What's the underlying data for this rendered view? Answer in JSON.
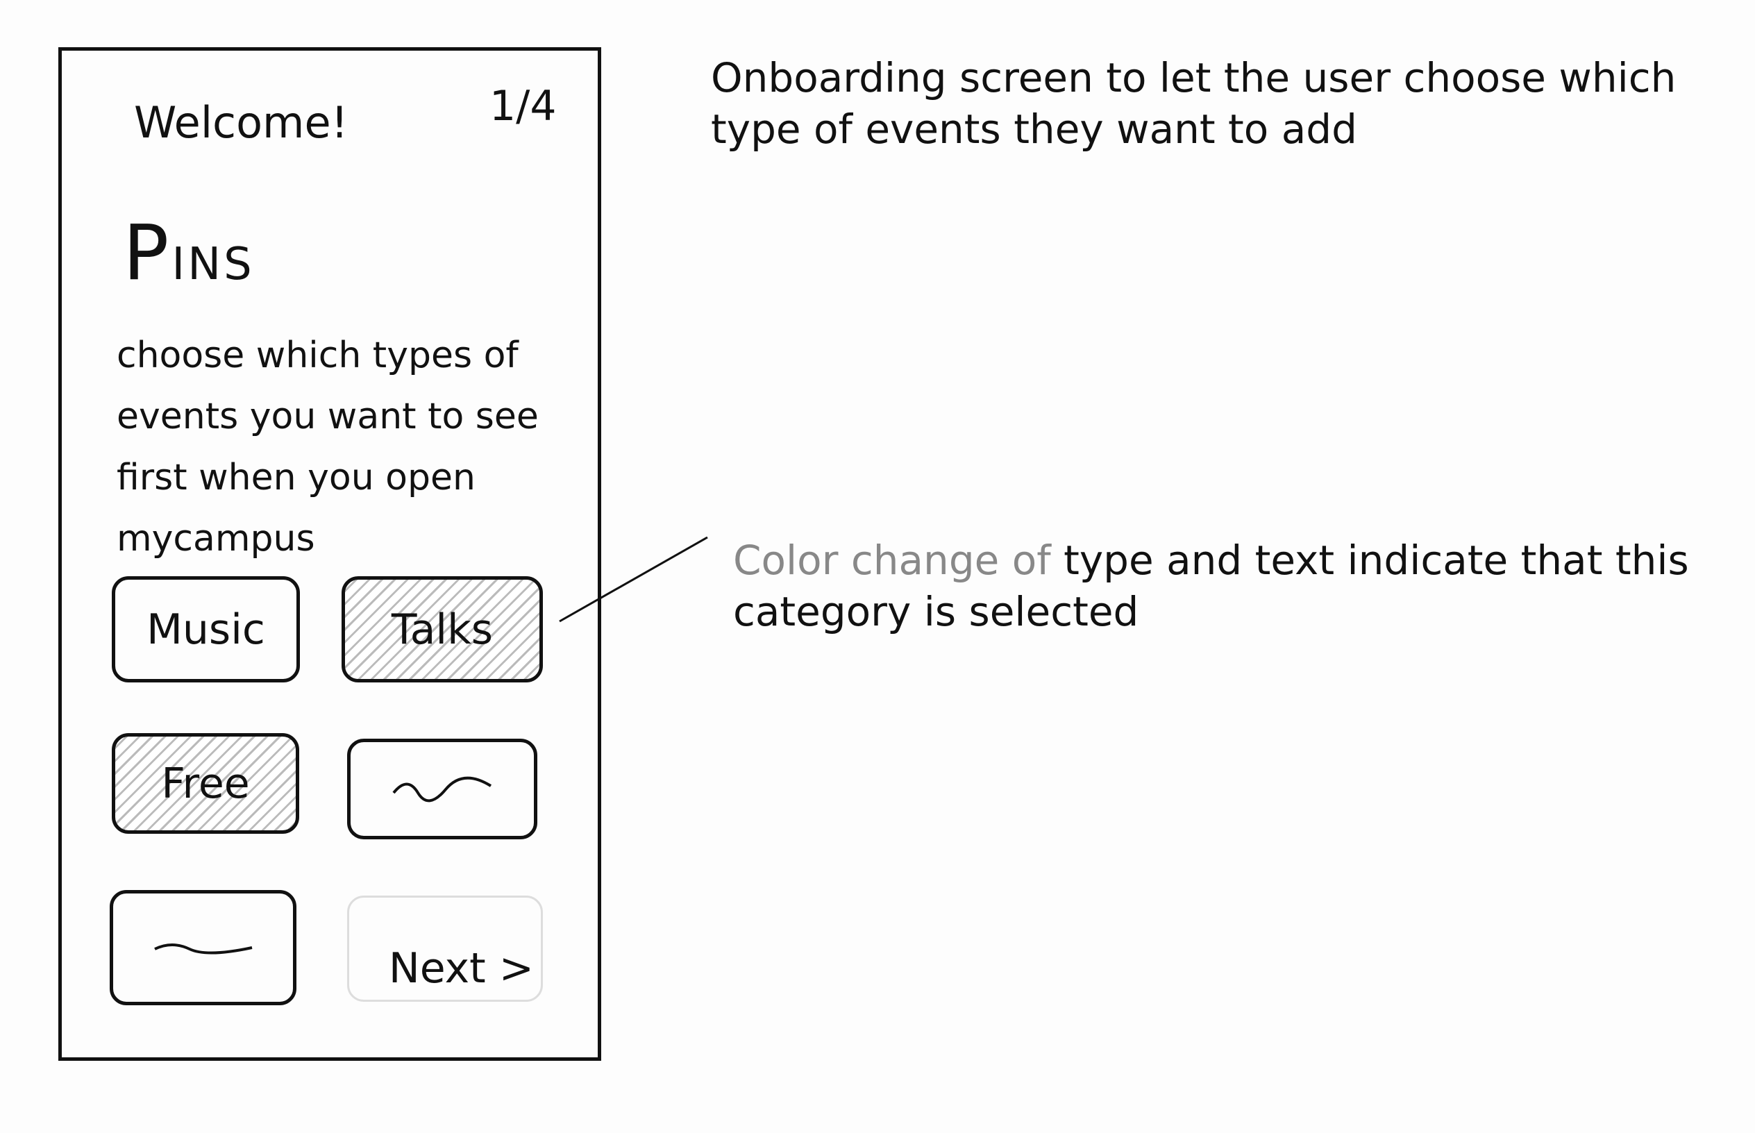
{
  "screen": {
    "welcome": "Welcome!",
    "page_indicator": "1/4",
    "app_title_first": "P",
    "app_title_rest": "INS",
    "description": "choose which types of events you want to see first when you open mycampus",
    "categories": [
      {
        "label": "Music",
        "selected": false
      },
      {
        "label": "Talks",
        "selected": true
      },
      {
        "label": "Free",
        "selected": true
      },
      {
        "label": "",
        "selected": false
      },
      {
        "label": "",
        "selected": false
      }
    ],
    "next_label": "Next >"
  },
  "annotations": {
    "top_note": "Onboarding screen to let the user choose which type of events they want to add",
    "selection_note_gray": "Color change of",
    "selection_note": "type and text indicate that this category is selected"
  }
}
